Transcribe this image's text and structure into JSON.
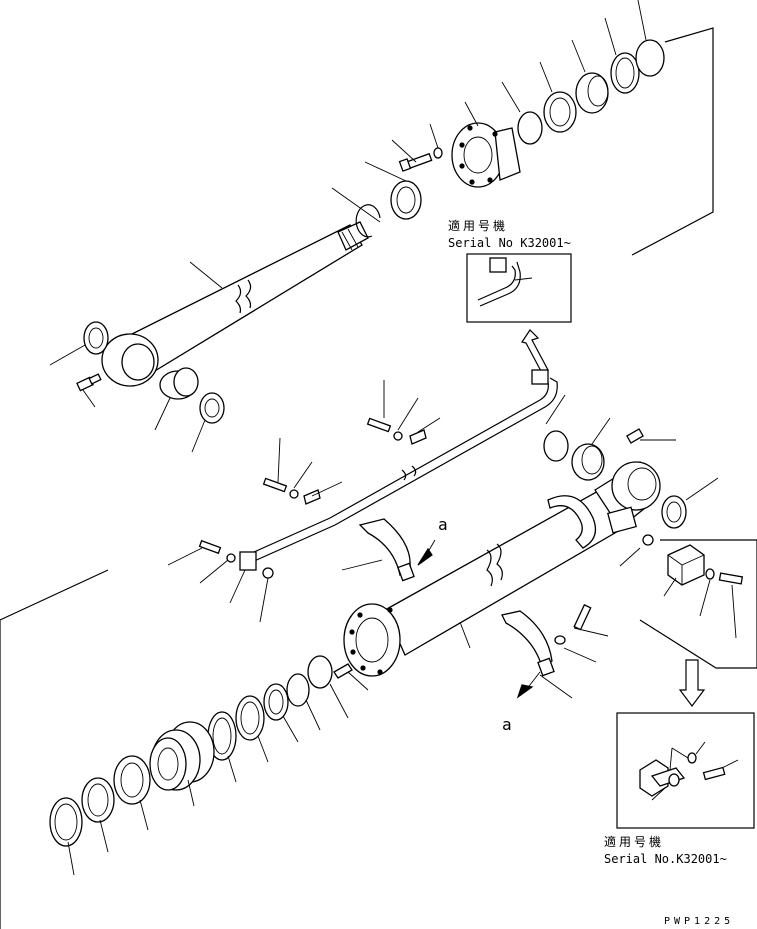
{
  "drawing_code": "PWP1225",
  "callout_a_upper": "a",
  "callout_a_lower": "a",
  "inset_upper": {
    "applicability_label": "適用号機",
    "serial_label": "Serial No K32001~"
  },
  "inset_lower": {
    "applicability_label": "適用号機",
    "serial_label": "Serial No.K32001~"
  }
}
